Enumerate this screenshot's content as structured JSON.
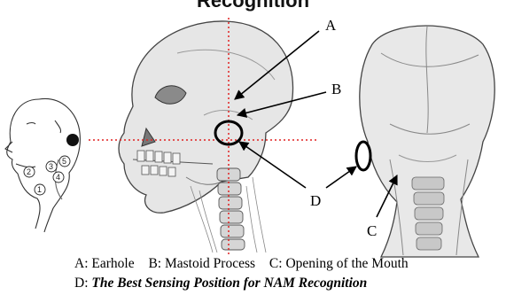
{
  "title": "Recognition",
  "labels": {
    "a": "A",
    "b": "B",
    "c": "C",
    "d": "D"
  },
  "numbers": [
    "1",
    "2",
    "3",
    "4",
    "5"
  ],
  "caption": {
    "line1": {
      "a_key": "A:",
      "a_text": "Earhole",
      "b_key": "B:",
      "b_text": "Mastoid Process",
      "c_key": "C:",
      "c_text": "Opening of the Mouth"
    },
    "line2": {
      "d_key": "D:",
      "d_text": "The Best Sensing Position for NAM Recognition"
    }
  },
  "colors": {
    "crosshair": "#e02020",
    "ink": "#000000",
    "bone_shade": "#bdbdbd"
  }
}
